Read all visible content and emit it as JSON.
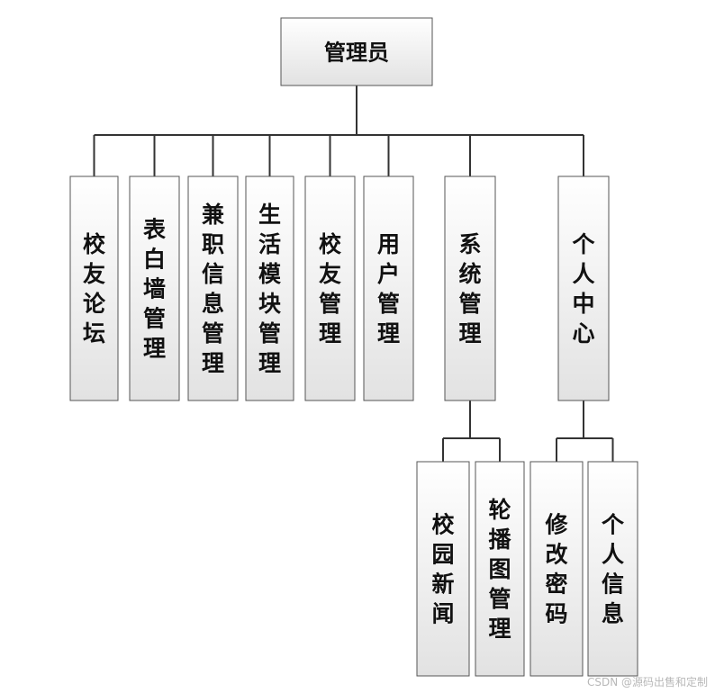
{
  "diagram": {
    "root": {
      "id": "admin",
      "label": "管理员"
    },
    "modules": [
      {
        "id": "alumni-forum",
        "label": "校友论坛"
      },
      {
        "id": "confession-wall-management",
        "label": "表白墙管理"
      },
      {
        "id": "part-time-info-management",
        "label": "兼职信息管理"
      },
      {
        "id": "life-module-management",
        "label": "生活模块管理"
      },
      {
        "id": "alumni-management",
        "label": "校友管理"
      },
      {
        "id": "user-management",
        "label": "用户管理"
      },
      {
        "id": "system-management",
        "label": "系统管理",
        "children": [
          {
            "id": "campus-news",
            "label": "校园新闻"
          },
          {
            "id": "carousel-management",
            "label": "轮播图管理"
          }
        ]
      },
      {
        "id": "personal-center",
        "label": "个人中心",
        "children": [
          {
            "id": "change-password",
            "label": "修改密码"
          },
          {
            "id": "personal-info",
            "label": "个人信息"
          }
        ]
      }
    ],
    "colors": {
      "line": "#333333",
      "box_border": "#555555",
      "box_fill_top": "#ffffff",
      "box_fill_bottom": "#e2e2e2"
    }
  },
  "watermark": {
    "text": "CSDN @源码出售和定制"
  }
}
